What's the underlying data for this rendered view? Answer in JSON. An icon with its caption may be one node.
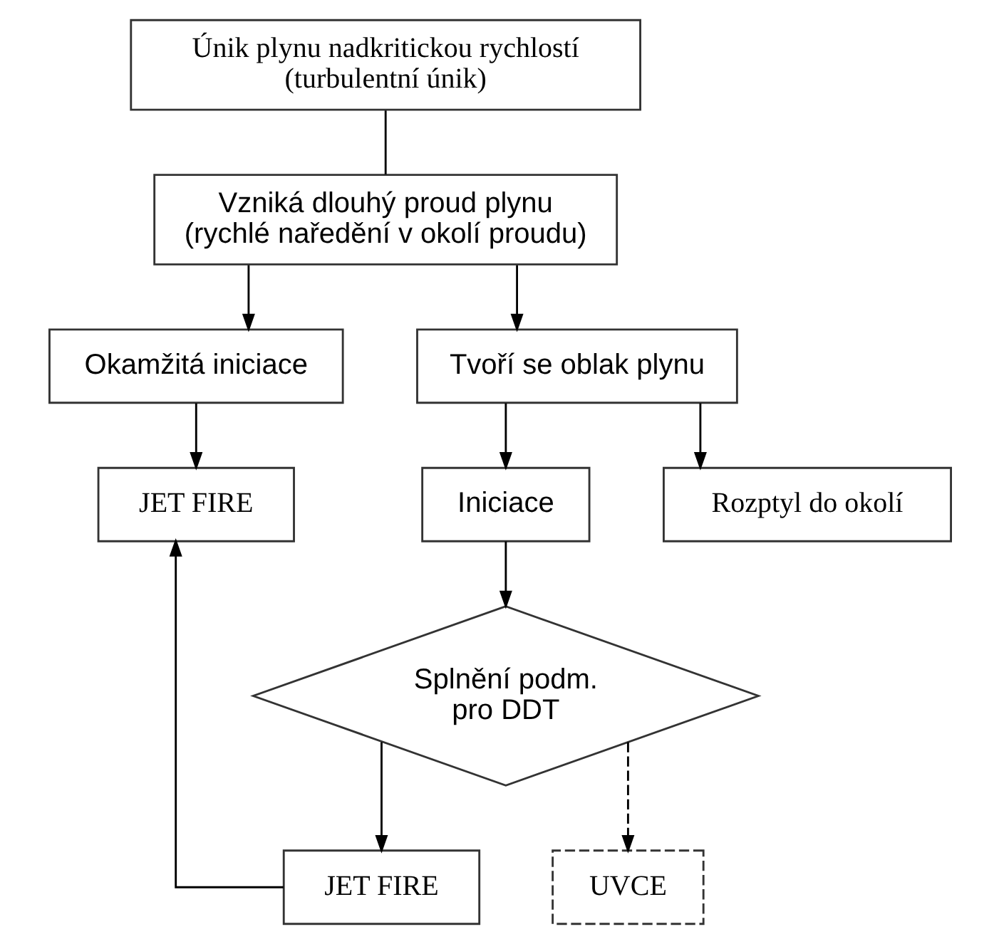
{
  "diagram": {
    "nodes": [
      {
        "text": [
          "Únik plynu nadkritickou rychlostí (turbulentní únik)"
        ]
      },
      {
        "text": [
          "Vzniká dlouhý proud plynu (rychlé naředění v okolí proudu)"
        ]
      },
      {
        "text": [
          "Okamžitá iniciace"
        ]
      },
      {
        "text": [
          "Tvoří se oblak plynu"
        ]
      },
      {
        "text": [
          "JET FIRE"
        ]
      },
      {
        "text": [
          "Iniciace"
        ]
      },
      {
        "text": [
          "Rozptyl do okolí"
        ]
      },
      {
        "text": [
          "Splnění podm. pro DDT"
        ]
      },
      {
        "text": [
          "JET FIRE"
        ]
      },
      {
        "text": [
          "UVCE"
        ]
      }
    ],
    "edges": [
      {
        "from": 0,
        "to": 1,
        "arrow": "none"
      },
      {
        "from": 1,
        "to": 2,
        "arrow": "to"
      },
      {
        "from": 1,
        "to": 3,
        "arrow": "to"
      },
      {
        "from": 2,
        "to": 4,
        "arrow": "to"
      },
      {
        "from": 3,
        "to": 5,
        "arrow": "to"
      },
      {
        "from": 3,
        "to": 6,
        "arrow": "to"
      },
      {
        "from": 5,
        "to": 7,
        "arrow": "to"
      },
      {
        "from": 7,
        "to": 8,
        "arrow": "to"
      },
      {
        "from": 7,
        "to": 9,
        "arrow": "to",
        "style": "dashed"
      },
      {
        "from": 8,
        "to": 4,
        "arrow": "to"
      }
    ]
  }
}
